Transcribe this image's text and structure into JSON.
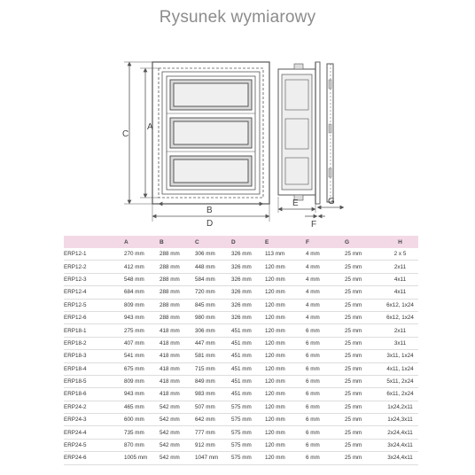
{
  "title": "Rysunek wymiarowy",
  "drawing": {
    "labels": {
      "a": "A",
      "b": "B",
      "c": "C",
      "d": "D",
      "e": "E",
      "f": "F",
      "g": "G"
    }
  },
  "table": {
    "headers": [
      "",
      "A",
      "B",
      "C",
      "D",
      "E",
      "F",
      "G",
      "H"
    ],
    "rows": [
      [
        "ERP12-1",
        "270 mm",
        "288 mm",
        "306 mm",
        "326 mm",
        "113 mm",
        "4 mm",
        "25 mm",
        "2 x 5"
      ],
      [
        "ERP12-2",
        "412 mm",
        "288 mm",
        "448 mm",
        "326 mm",
        "120 mm",
        "4 mm",
        "25 mm",
        "2x11"
      ],
      [
        "ERP12-3",
        "548 mm",
        "288 mm",
        "584 mm",
        "326 mm",
        "120 mm",
        "4 mm",
        "25 mm",
        "4x11"
      ],
      [
        "ERP12-4",
        "684 mm",
        "288 mm",
        "720 mm",
        "326 mm",
        "120 mm",
        "4 mm",
        "25 mm",
        "4x11"
      ],
      [
        "ERP12-5",
        "809 mm",
        "288 mm",
        "845 mm",
        "326 mm",
        "120 mm",
        "4 mm",
        "25 mm",
        "6x12, 1x24"
      ],
      [
        "ERP12-6",
        "943 mm",
        "288 mm",
        "980 mm",
        "326 mm",
        "120 mm",
        "4 mm",
        "25 mm",
        "6x12, 1x24"
      ],
      [
        "ERP18-1",
        "275 mm",
        "418 mm",
        "306 mm",
        "451 mm",
        "120 mm",
        "6 mm",
        "25 mm",
        "2x11"
      ],
      [
        "ERP18-2",
        "407 mm",
        "418 mm",
        "447 mm",
        "451 mm",
        "120 mm",
        "6 mm",
        "25 mm",
        "3x11"
      ],
      [
        "ERP18-3",
        "541 mm",
        "418 mm",
        "581 mm",
        "451 mm",
        "120 mm",
        "6 mm",
        "25 mm",
        "3x11, 1x24"
      ],
      [
        "ERP18-4",
        "675 mm",
        "418 mm",
        "715 mm",
        "451 mm",
        "120 mm",
        "6 mm",
        "25 mm",
        "4x11, 1x24"
      ],
      [
        "ERP18-5",
        "809 mm",
        "418 mm",
        "849 mm",
        "451 mm",
        "120 mm",
        "6 mm",
        "25 mm",
        "5x11, 2x24"
      ],
      [
        "ERP18-6",
        "943 mm",
        "418 mm",
        "983 mm",
        "451 mm",
        "120 mm",
        "6 mm",
        "25 mm",
        "6x11, 2x24"
      ],
      [
        "ERP24-2",
        "465 mm",
        "542 mm",
        "507 mm",
        "575 mm",
        "120 mm",
        "6 mm",
        "25 mm",
        "1x24,2x11"
      ],
      [
        "ERP24-3",
        "600 mm",
        "542 mm",
        "642 mm",
        "575 mm",
        "120 mm",
        "6 mm",
        "25 mm",
        "1x24,3x11"
      ],
      [
        "ERP24-4",
        "735 mm",
        "542 mm",
        "777 mm",
        "575 mm",
        "120 mm",
        "6 mm",
        "25 mm",
        "2x24,4x11"
      ],
      [
        "ERP24-5",
        "870 mm",
        "542 mm",
        "912 mm",
        "575 mm",
        "120 mm",
        "6 mm",
        "25 mm",
        "3x24,4x11"
      ],
      [
        "ERP24-6",
        "1005 mm",
        "542 mm",
        "1047 mm",
        "575 mm",
        "120 mm",
        "6 mm",
        "25 mm",
        "3x24,4x11"
      ]
    ]
  }
}
